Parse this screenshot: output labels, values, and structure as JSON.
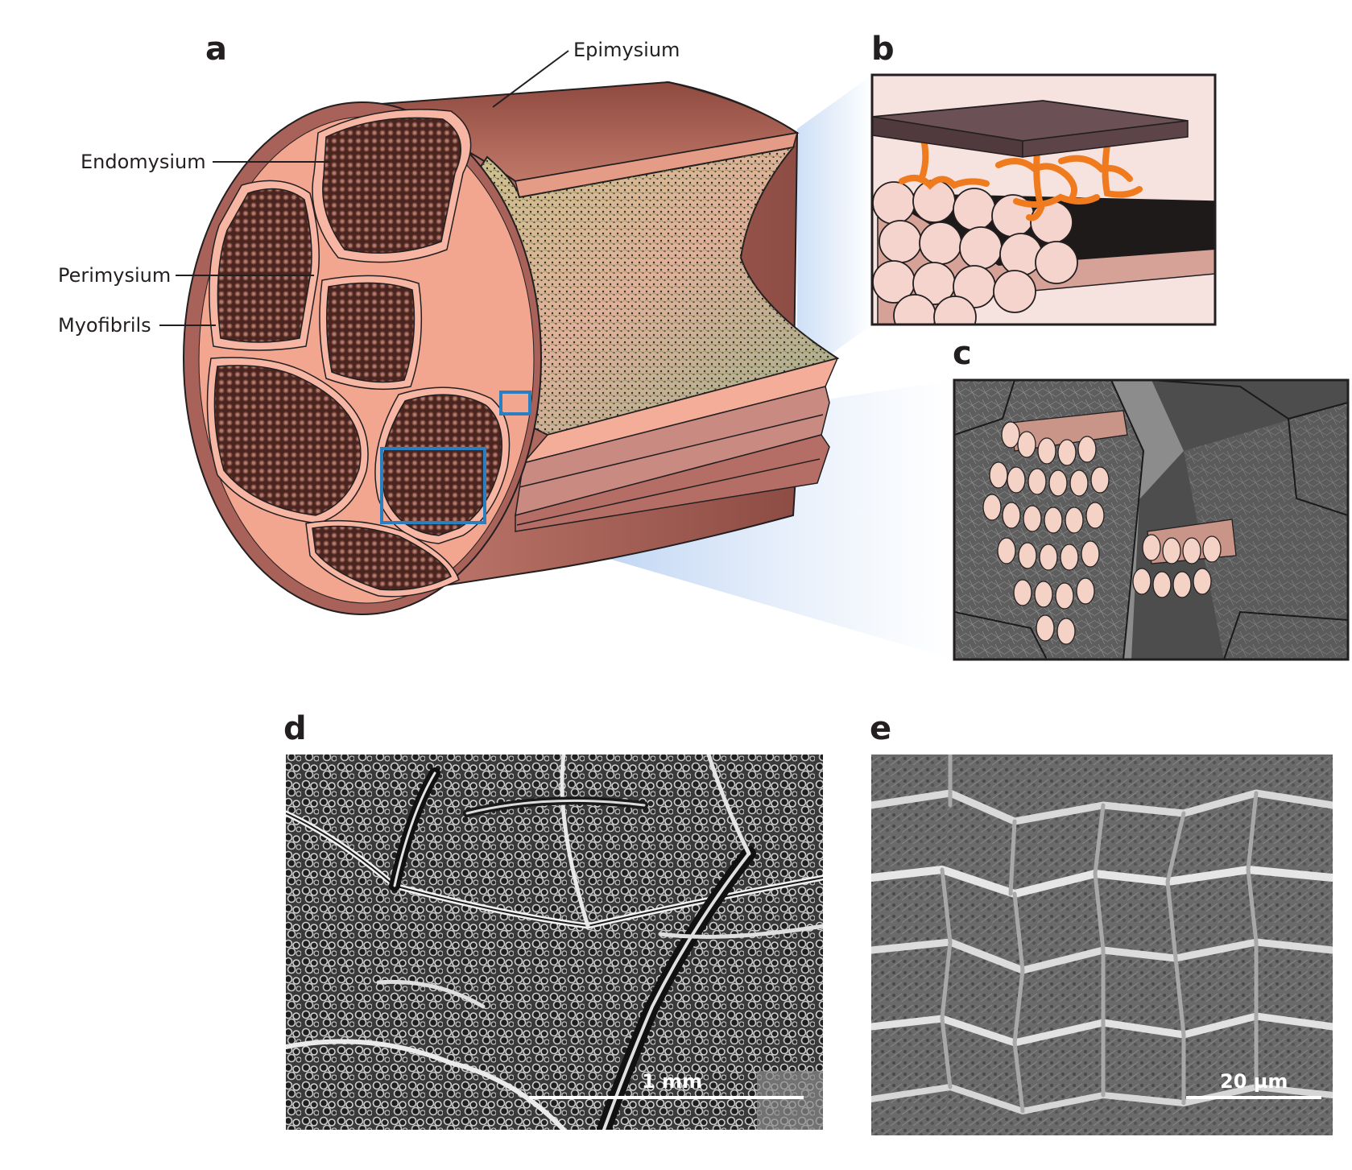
{
  "panels": {
    "a": {
      "letter": "a",
      "labels": {
        "epimysium": "Epimysium",
        "endomysium": "Endomysium",
        "perimysium": "Perimysium",
        "myofibrils": "Myofibrils"
      }
    },
    "b": {
      "letter": "b"
    },
    "c": {
      "letter": "c"
    },
    "d": {
      "letter": "d",
      "scale_bar": "1 mm"
    },
    "e": {
      "letter": "e",
      "scale_bar": "20 µm"
    }
  },
  "colors": {
    "muscle_outer": "#a8625a",
    "muscle_dark": "#7b3f38",
    "tissue_pink": "#f2a58f",
    "bundle_dark": "#4a2520",
    "fibril_dot": "#b07a6e",
    "highlight_box": "#2a7fc0",
    "collagen_orange": "#f07a1e",
    "projection_blue": "#c9dcf5",
    "plate_top": "#6b5156"
  }
}
